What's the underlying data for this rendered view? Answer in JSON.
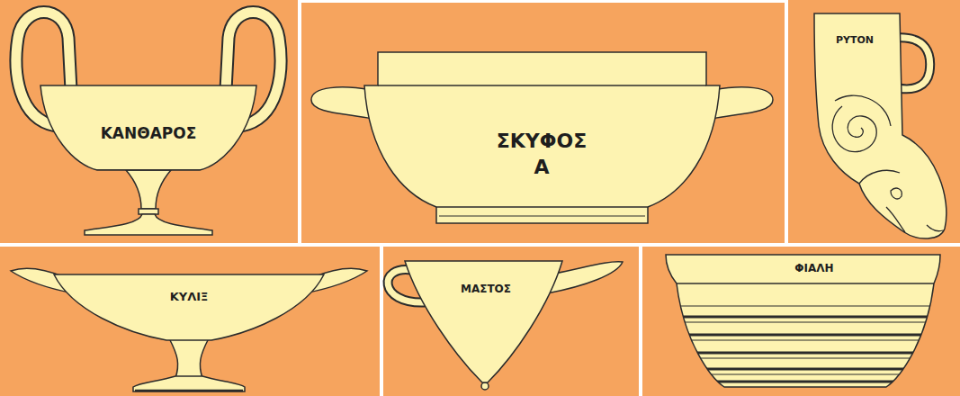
{
  "diagram": {
    "nodes": [
      {
        "text": [
          "ΚΑΝΘΑΡΟΣ"
        ]
      },
      {
        "text": [
          "ΣΚΥΦΟΣ Α"
        ]
      },
      {
        "text": [
          "ΡΥΤΟΝ"
        ]
      },
      {
        "text": [
          "ΚΥΛΙΞ"
        ]
      },
      {
        "text": [
          "ΜΑΣΤΟΣ"
        ]
      },
      {
        "text": [
          "ΦΙΑΛΗ"
        ]
      }
    ]
  }
}
